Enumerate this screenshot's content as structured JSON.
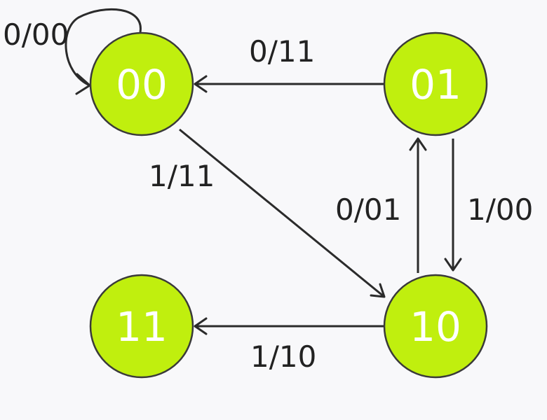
{
  "colors": {
    "state_fill": "#c0ef0e",
    "state_stroke": "#3a3a3a",
    "state_text": "#ffffff",
    "edge": "#2b2b2b",
    "label": "#222222",
    "background": "#f8f8fa"
  },
  "states": [
    {
      "id": "00",
      "label": "00"
    },
    {
      "id": "01",
      "label": "01"
    },
    {
      "id": "10",
      "label": "10"
    },
    {
      "id": "11",
      "label": "11"
    }
  ],
  "transitions": [
    {
      "from": "00",
      "to": "00",
      "label": "0/00"
    },
    {
      "from": "01",
      "to": "00",
      "label": "0/11"
    },
    {
      "from": "00",
      "to": "10",
      "label": "1/11"
    },
    {
      "from": "10",
      "to": "01",
      "label": "0/01"
    },
    {
      "from": "01",
      "to": "10",
      "label": "1/00"
    },
    {
      "from": "10",
      "to": "11",
      "label": "1/10"
    }
  ]
}
